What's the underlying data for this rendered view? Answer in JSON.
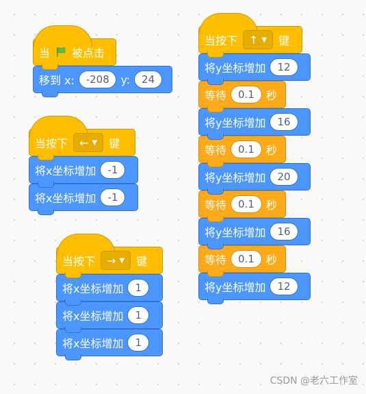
{
  "stack_flag": {
    "hat": {
      "prefix": "当",
      "suffix": "被点击",
      "icon": "green-flag-icon"
    },
    "goto": {
      "label": "移到 x:",
      "x": "-208",
      "ylabel": "y:",
      "y": "24"
    }
  },
  "stack_left": {
    "hat": {
      "prefix": "当按下",
      "key": "←",
      "suffix": "键"
    },
    "blocks": [
      {
        "label": "将x坐标增加",
        "value": "-1"
      },
      {
        "label": "将x坐标增加",
        "value": "-1"
      }
    ]
  },
  "stack_right": {
    "hat": {
      "prefix": "当按下",
      "key": "→",
      "suffix": "键"
    },
    "blocks": [
      {
        "label": "将x坐标增加",
        "value": "1"
      },
      {
        "label": "将x坐标增加",
        "value": "1"
      },
      {
        "label": "将x坐标增加",
        "value": "1"
      }
    ]
  },
  "stack_up": {
    "hat": {
      "prefix": "当按下",
      "key": "↑",
      "suffix": "键"
    },
    "change_label": "将y坐标增加",
    "wait_label": "等待",
    "wait_unit": "秒",
    "y_values": [
      "12",
      "16",
      "20",
      "16",
      "12"
    ],
    "wait_values": [
      "0.1",
      "0.1",
      "0.1",
      "0.1"
    ]
  },
  "watermark": "CSDN @老六工作室",
  "colors": {
    "motion": "#4c97ff",
    "control": "#ffab19",
    "events": "#ffbf00"
  }
}
